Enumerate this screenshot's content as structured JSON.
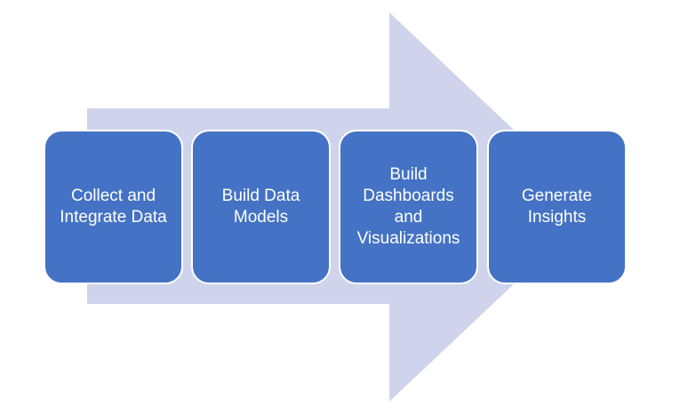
{
  "diagram": {
    "colors": {
      "arrow": "#cfd4ec",
      "step_fill": "#4472c4",
      "step_border": "#ffffff",
      "text": "#ffffff"
    },
    "steps": [
      {
        "label": "Collect and Integrate Data"
      },
      {
        "label": "Build Data Models"
      },
      {
        "label": "Build Dashboards and Visualizations"
      },
      {
        "label": "Generate Insights"
      }
    ]
  }
}
